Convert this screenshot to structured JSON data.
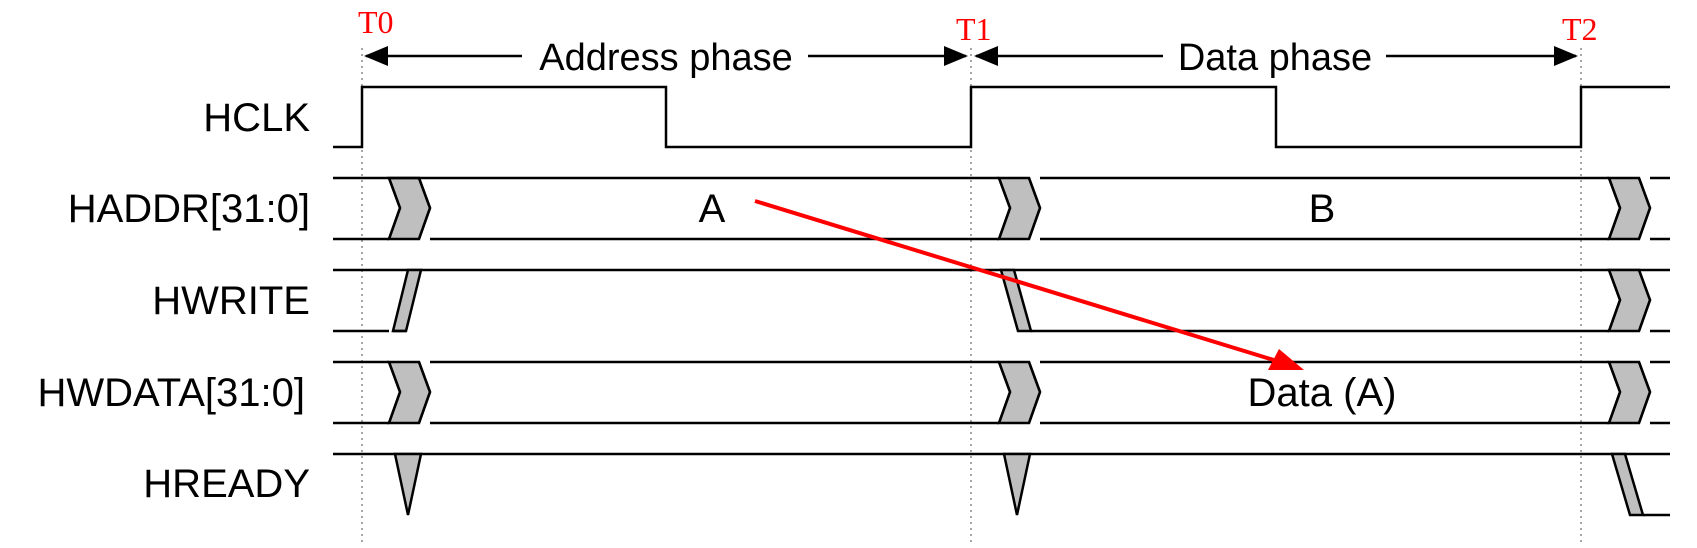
{
  "time_markers": [
    "T0",
    "T1",
    "T2"
  ],
  "phases": {
    "address": "Address phase",
    "data": "Data phase"
  },
  "signals": {
    "hclk": "HCLK",
    "haddr": "HADDR[31:0]",
    "hwrite": "HWRITE",
    "hwdata": "HWDATA[31:0]",
    "hready": "HREADY"
  },
  "values": {
    "addr_a": "A",
    "addr_b": "B",
    "data_a": "Data (A)"
  },
  "colors": {
    "line": "#000000",
    "transition_fill": "#bfbfbf",
    "annotation": "#ff0000",
    "gridline": "#888888"
  }
}
